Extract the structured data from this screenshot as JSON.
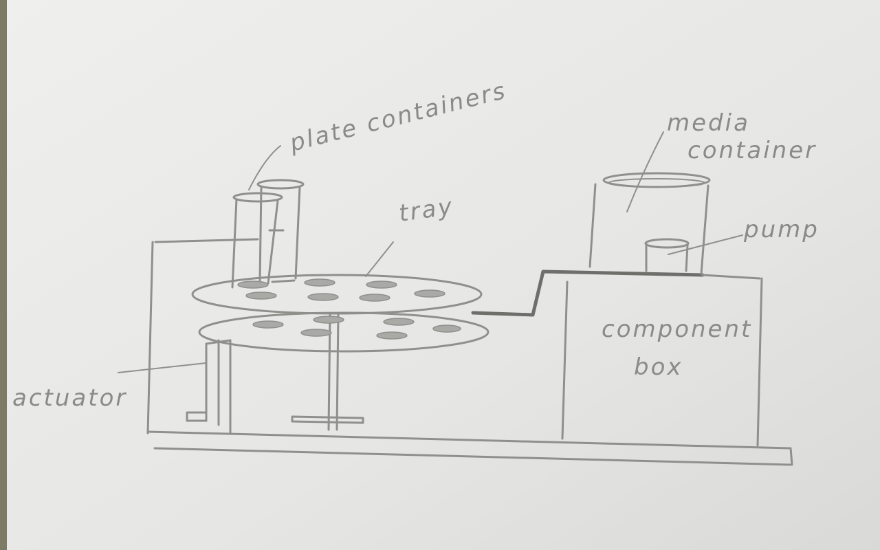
{
  "labels": {
    "plate_containers": "plate containers",
    "tray": "tray",
    "media_container_line1": "media",
    "media_container_line2": "container",
    "pump": "pump",
    "component_box_line1": "component",
    "component_box_line2": "box",
    "actuator": "actuator"
  },
  "colors": {
    "paper": "#e9e9e7",
    "pencil": "#8f8f8c",
    "background": "#7d7a66"
  }
}
